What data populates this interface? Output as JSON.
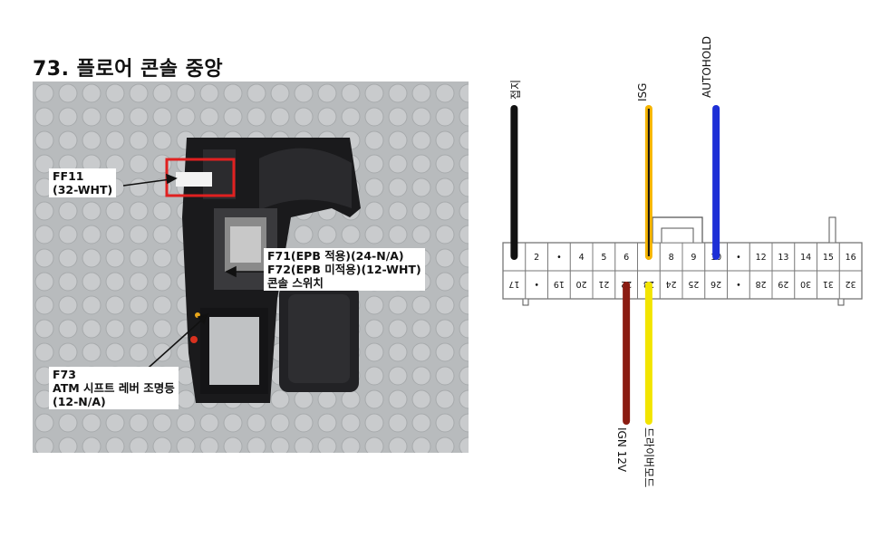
{
  "title": "73. 플로어 콘솔 중앙",
  "photo": {
    "callouts": {
      "ff11": "FF11\n(32-WHT)",
      "f71_f72": "F71(EPB 적용)(24-N/A)\nF72(EPB 미적용)(12-WHT)\n콘솔 스위치",
      "f73": "F73\nATM 시프트 레버 조명등\n(12-N/A)"
    }
  },
  "connector": {
    "top_row": [
      "2",
      "•",
      "4",
      "5",
      "6",
      "7",
      "8",
      "9",
      "10",
      "•",
      "12",
      "13",
      "14",
      "15",
      "16"
    ],
    "bottom_row": [
      "17",
      "•",
      "19",
      "20",
      "21",
      "22",
      "23",
      "24",
      "25",
      "26",
      "•",
      "28",
      "29",
      "30",
      "31",
      "32"
    ],
    "wires": [
      {
        "label": "접지",
        "color": "#111111",
        "pin": "1"
      },
      {
        "label": "ISG",
        "color": "#f5b400",
        "pin": "7"
      },
      {
        "label": "AUTOHOLD",
        "color": "#1d2fd6",
        "pin": "10"
      },
      {
        "label": "IGN 12V",
        "color": "#8b1c12",
        "pin": "22"
      },
      {
        "label": "드라이버모드",
        "color": "#f2e400",
        "pin": "23"
      }
    ]
  }
}
